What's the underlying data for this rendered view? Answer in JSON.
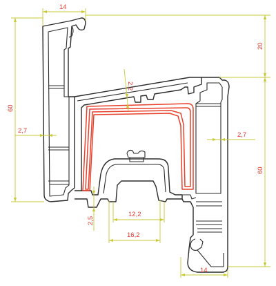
{
  "colors": {
    "profile": "#2a2a2a",
    "reinforcement": "#e8402a",
    "dimension_line": "#c8c832",
    "dimension_text": "#e23b2e"
  },
  "dimensions": {
    "top_width": "14",
    "bottom_width": "14",
    "left_height": "60",
    "right_height": "60",
    "top_right_offset": "20",
    "left_wall": "2,7",
    "right_wall": "2,7",
    "top_wall": "2,2",
    "bottom_wall": "2,5",
    "inner_slot": "12,2",
    "outer_slot": "16,2"
  }
}
